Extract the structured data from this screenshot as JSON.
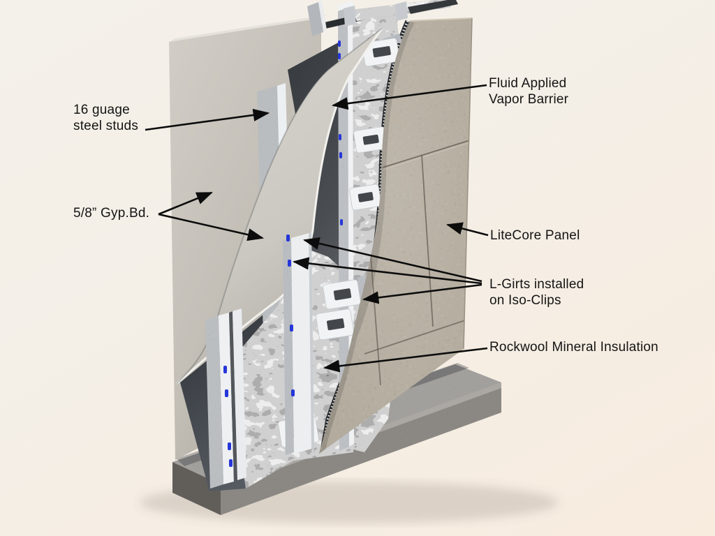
{
  "diagram": {
    "description": "Cutaway 3D diagram of a LiteCore rainscreen wall assembly on a concrete base",
    "background_color": "#f5f0e9",
    "callouts": [
      {
        "id": "steel-studs",
        "lines": [
          "16 guage",
          "steel studs"
        ]
      },
      {
        "id": "gyp-bd",
        "lines": [
          "5/8” Gyp.Bd."
        ]
      },
      {
        "id": "vapor-barrier",
        "lines": [
          "Fluid Applied",
          "Vapor Barrier"
        ]
      },
      {
        "id": "litecore",
        "lines": [
          "LiteCore Panel"
        ]
      },
      {
        "id": "l-girts",
        "lines": [
          "L-Girts installed",
          "on Iso-Clips"
        ]
      },
      {
        "id": "rockwool",
        "lines": [
          "Rockwool Mineral Insulation"
        ]
      }
    ],
    "colors": {
      "background": "#f5f0e9",
      "gypsum_board": "#c7c3bb",
      "peeled_sheathing": "#d3d0c9",
      "vapor_barrier": "#44484c",
      "insulation_gray": "#9a9d9a",
      "litecore_panel": "#b0a695",
      "concrete": "#8a8783",
      "galvanized_steel": "#b7bbbf",
      "girt_white": "#eef0f2",
      "screw_blue": "#2636d8",
      "label_text": "#141414",
      "leader_line": "#0c0c0c"
    }
  }
}
